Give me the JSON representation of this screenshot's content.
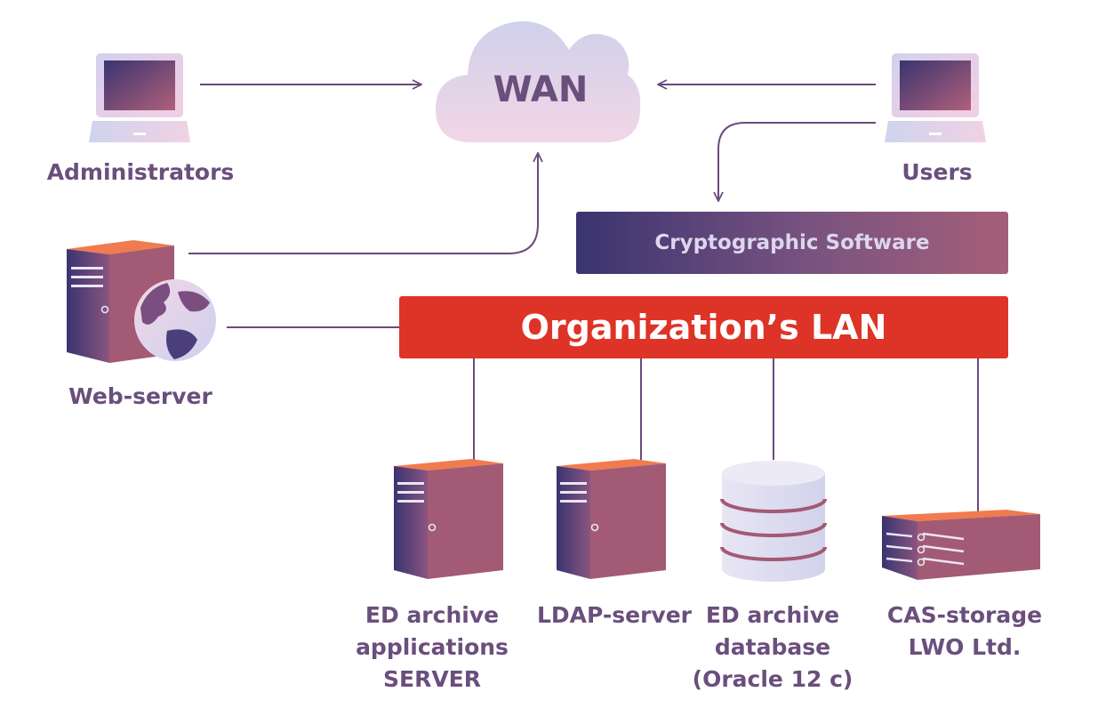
{
  "wan": {
    "label": "WAN"
  },
  "nodes": {
    "administrators": "Administrators",
    "users": "Users",
    "web_server": "Web-server",
    "ed_archive_apps": [
      "ED archive",
      "applications",
      "SERVER"
    ],
    "ldap_server": "LDAP-server",
    "ed_archive_db": [
      "ED archive",
      "database",
      "(Oracle 12 c)"
    ],
    "cas_storage": [
      "CAS-storage",
      "LWO Ltd."
    ]
  },
  "bars": {
    "crypto": "Cryptographic Software",
    "lan": "Organization’s LAN"
  },
  "colors": {
    "label_text": "#6a4f7d",
    "lan_red": "#dd3427",
    "server_orange": "#f07b4f",
    "server_plum": "#a35a74",
    "server_navy": "#3a3470",
    "line": "#6a4a7d"
  }
}
